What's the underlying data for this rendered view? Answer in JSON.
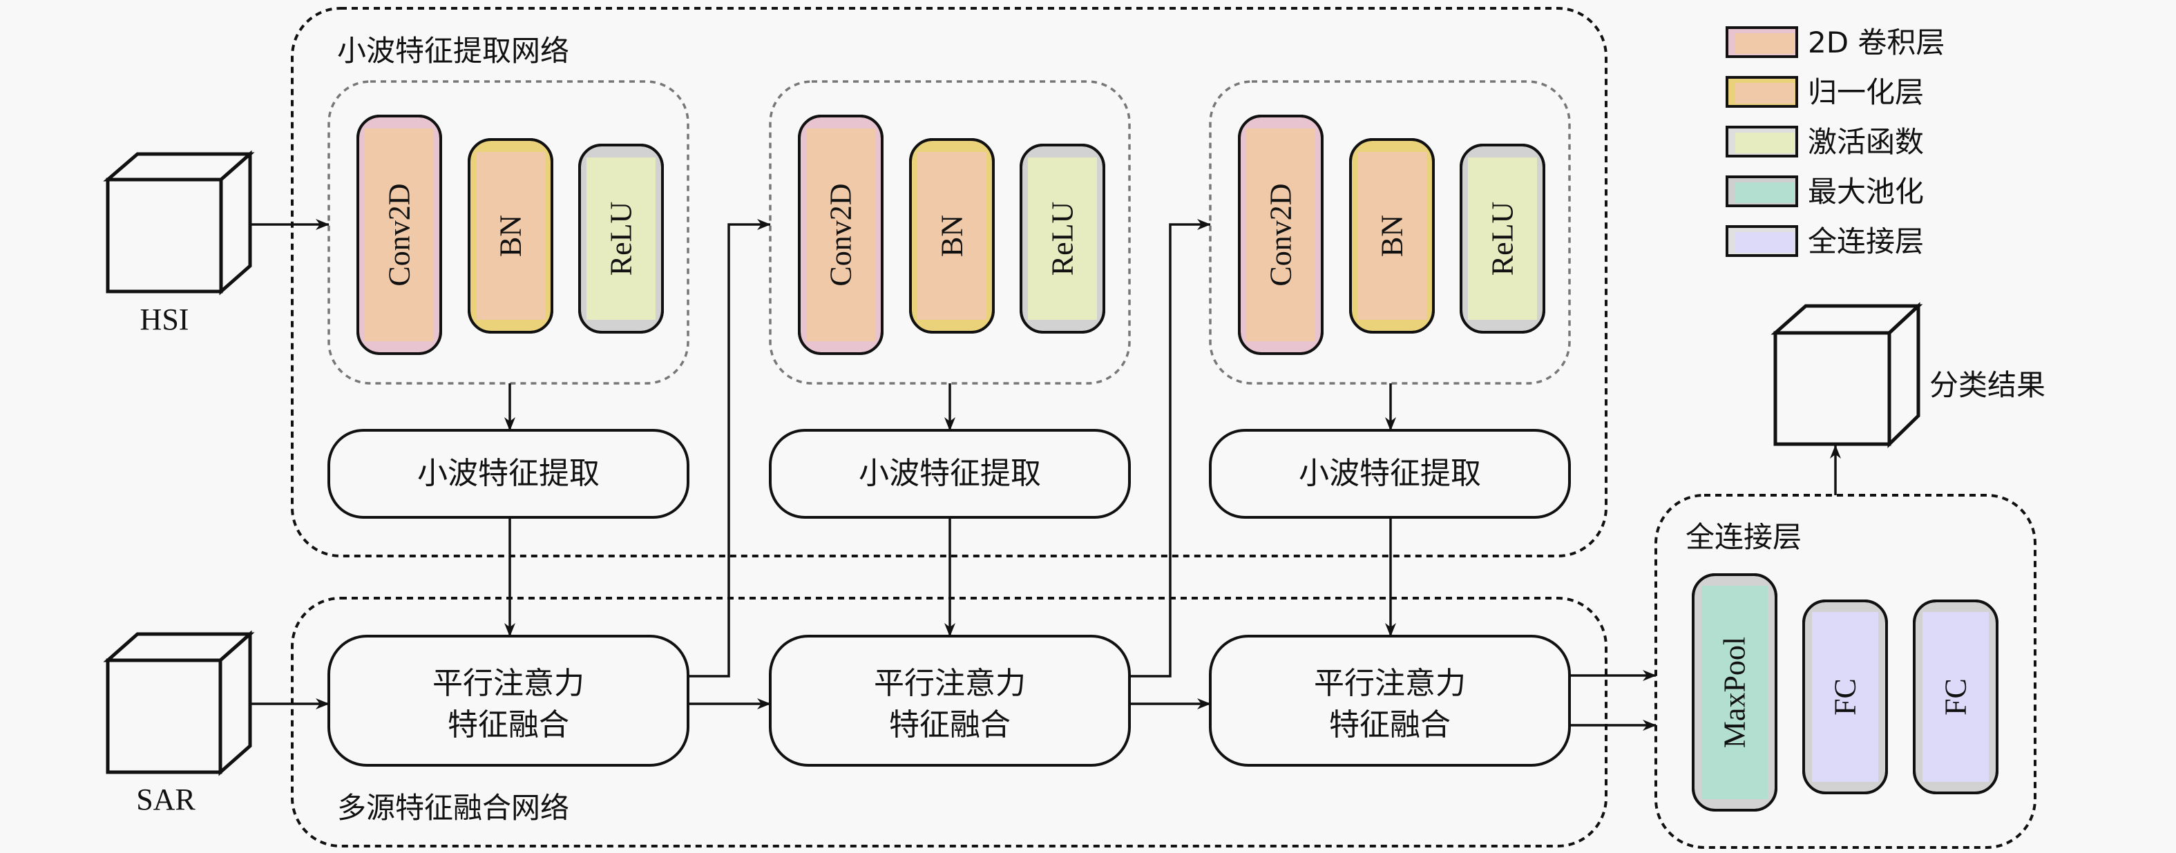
{
  "legend": [
    {
      "label": "2D 卷积层",
      "color": "#efc9a8",
      "edge": "#e8c3d0"
    },
    {
      "label": "归一化层",
      "color": "#efc9a8",
      "edge": "#ead27a"
    },
    {
      "label": "激活函数",
      "color": "#e6ebc0",
      "edge": "#dedede"
    },
    {
      "label": "最大池化",
      "color": "#b2dfd0",
      "edge": "#cfcfcf"
    },
    {
      "label": "全连接层",
      "color": "#ddd9f8",
      "edge": "#e0e0e0"
    }
  ],
  "inputs": {
    "hsi": "HSI",
    "sar": "SAR"
  },
  "wavelet_network": {
    "title": "小波特征提取网络",
    "blocks": [
      {
        "layers": [
          "Conv2D",
          "BN",
          "ReLU"
        ],
        "extract_label": "小波特征提取"
      },
      {
        "layers": [
          "Conv2D",
          "BN",
          "ReLU"
        ],
        "extract_label": "小波特征提取"
      },
      {
        "layers": [
          "Conv2D",
          "BN",
          "ReLU"
        ],
        "extract_label": "小波特征提取"
      }
    ]
  },
  "fusion_network": {
    "title": "多源特征融合网络",
    "blocks": [
      {
        "line1": "平行注意力",
        "line2": "特征融合"
      },
      {
        "line1": "平行注意力",
        "line2": "特征融合"
      },
      {
        "line1": "平行注意力",
        "line2": "特征融合"
      }
    ]
  },
  "fc_section": {
    "title": "全连接层",
    "layers": [
      "MaxPool",
      "FC",
      "FC"
    ]
  },
  "output": {
    "label": "分类结果"
  },
  "colors": {
    "conv": "#efc9a8",
    "conv_edge": "#e8c3d0",
    "bn": "#efc9a8",
    "bn_edge": "#ead27a",
    "relu": "#e6ebc0",
    "maxpool": "#b2dfd0",
    "fc": "#ddd9f8",
    "gray_edge": "#d2d2d2"
  }
}
